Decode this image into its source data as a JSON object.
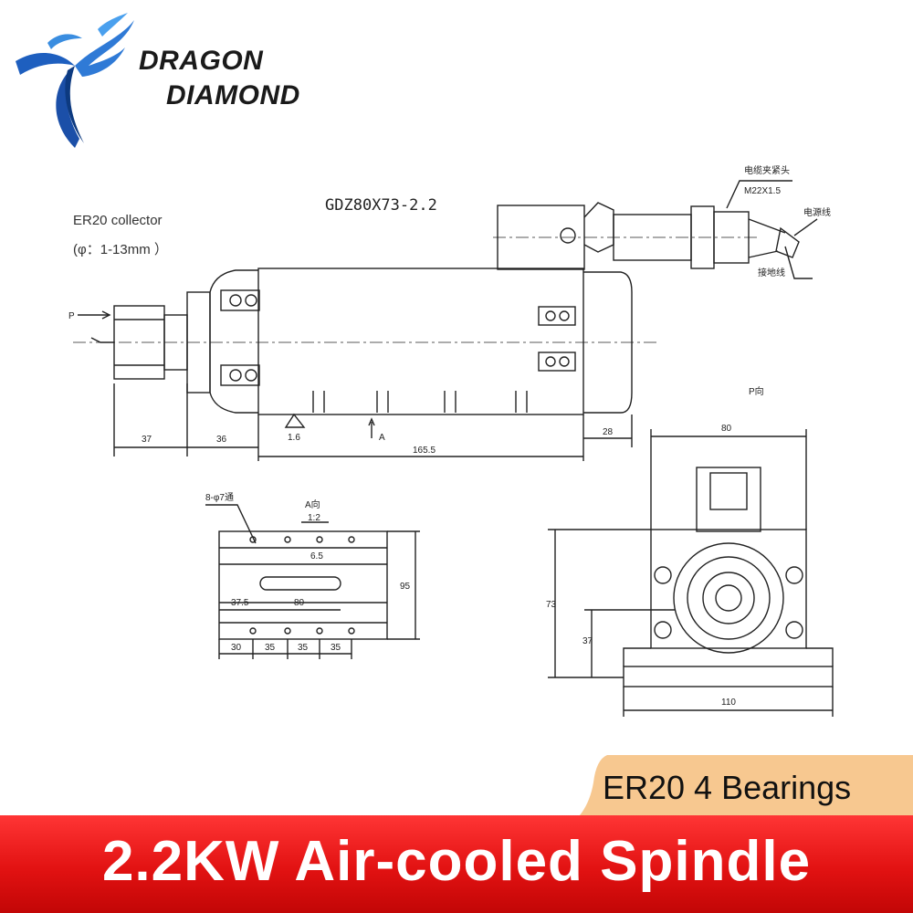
{
  "brand": {
    "line1": "DRAGON",
    "line2": "DIAMOND"
  },
  "drawing": {
    "model": "GDZ80X73-2.2",
    "collector_label": "ER20 collector",
    "collector_range": "(φ：1-13mm ）",
    "arrow_p": "P",
    "cable_clamp": "电缆夹紧头",
    "thread": "M22X1.5",
    "power_wire": "电源线",
    "ground_wire": "接地线",
    "view_p": "P向",
    "view_a": "A向",
    "view_a_scale": "1:2",
    "holes": "8-φ7通",
    "roughness": "1.6",
    "section_a": "A",
    "dims": {
      "d37": "37",
      "d36": "36",
      "d165": "165.5",
      "d28": "28",
      "d80top": "80",
      "d73": "73",
      "d37side": "37",
      "d110": "110",
      "d95": "95",
      "d37_5": "37.5",
      "d80base": "80",
      "d30": "30",
      "d35a": "35",
      "d35b": "35",
      "d35c": "35",
      "d6": "6.5"
    }
  },
  "badge": {
    "text": "ER20 4 Bearings",
    "color": "#f7c890"
  },
  "banner": {
    "text": "2.2KW Air-cooled Spindle",
    "color": "#e21212"
  }
}
